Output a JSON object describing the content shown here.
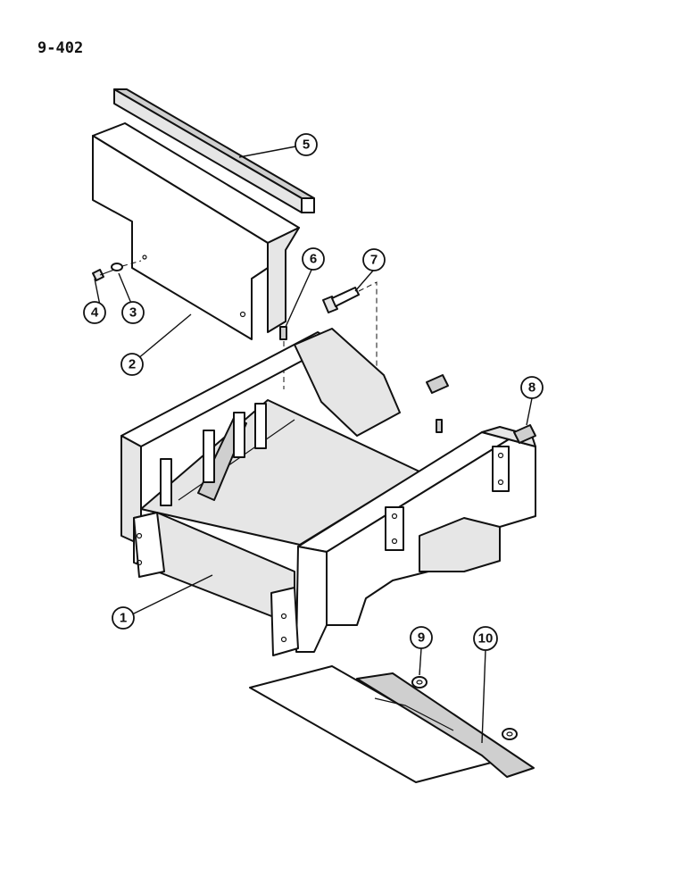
{
  "page_number": "9-402",
  "callouts": [
    {
      "label": "1"
    },
    {
      "label": "2"
    },
    {
      "label": "3"
    },
    {
      "label": "4"
    },
    {
      "label": "5"
    },
    {
      "label": "6"
    },
    {
      "label": "7"
    },
    {
      "label": "8"
    },
    {
      "label": "9"
    },
    {
      "label": "10"
    }
  ]
}
